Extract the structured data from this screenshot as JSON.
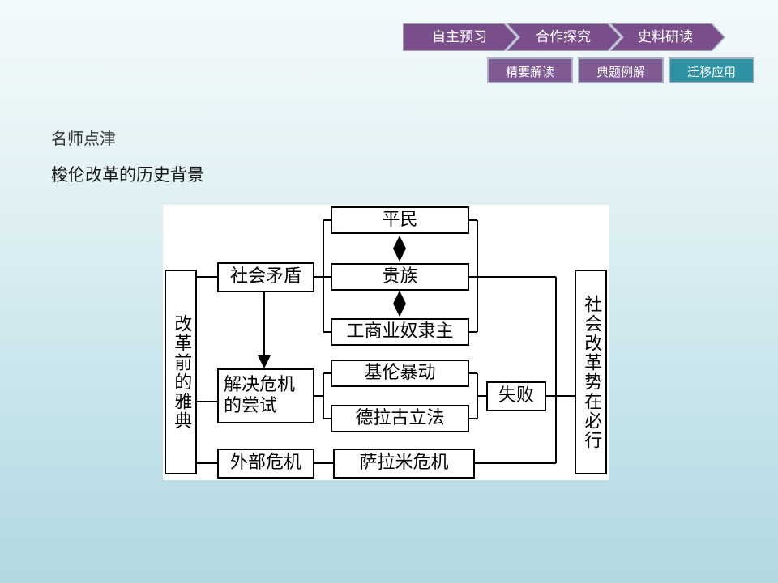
{
  "nav": {
    "main_tabs": [
      {
        "label": "自主预习"
      },
      {
        "label": "合作探究"
      },
      {
        "label": "史料研读"
      }
    ],
    "sub_tabs": [
      {
        "label": "精要解读"
      },
      {
        "label": "典题例解"
      },
      {
        "label": "迁移应用"
      }
    ],
    "active_sub_tab": "迁移应用",
    "colors": {
      "main": "#7a4e8b",
      "sub": "#7f5a93",
      "active": "#2f93a3"
    }
  },
  "content": {
    "section_title": "名师点津",
    "topic_title": "梭伦改革的历史背景"
  },
  "diagram": {
    "left_label": "改革前的雅典",
    "right_label": "社会改革势在必行",
    "social_conflict": "社会矛盾",
    "classes": [
      "平民",
      "贵族",
      "工商业奴隶主"
    ],
    "attempt": [
      "解决危机",
      "的尝试"
    ],
    "attempts": [
      "基伦暴动",
      "德拉古立法"
    ],
    "failure": "失败",
    "external_crisis": "外部危机",
    "salamis": "萨拉米危机"
  }
}
